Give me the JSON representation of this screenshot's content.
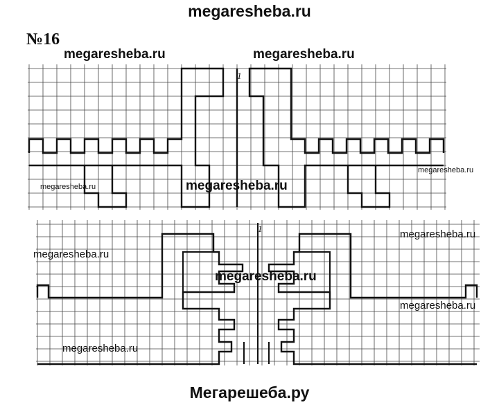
{
  "header": {
    "site": "megaresheba.ru"
  },
  "footer": {
    "site": "Мегарешеба.ру"
  },
  "task": {
    "number": "№16"
  },
  "figure_top": {
    "axis_label": "1"
  },
  "figure_bottom": {
    "axis_label": "1"
  },
  "watermarks": {
    "top_left": "megaresheba.ru",
    "top_center": "megaresheba.ru",
    "grid1_right": "megaresheba.ru",
    "grid1_left": "megaresheba.ru",
    "grid1_center": "megaresheba.ru",
    "grid2_right_top": "megaresheba.ru",
    "grid2_left": "megaresheba.ru",
    "grid2_center": "megaresheba.ru",
    "grid2_right_bottom": "megaresheba.ru",
    "grid2_bottom_left": "megaresheba.ru"
  },
  "colors": {
    "grid_line": "#444444",
    "figure_line": "#111111",
    "background": "#ffffff"
  }
}
